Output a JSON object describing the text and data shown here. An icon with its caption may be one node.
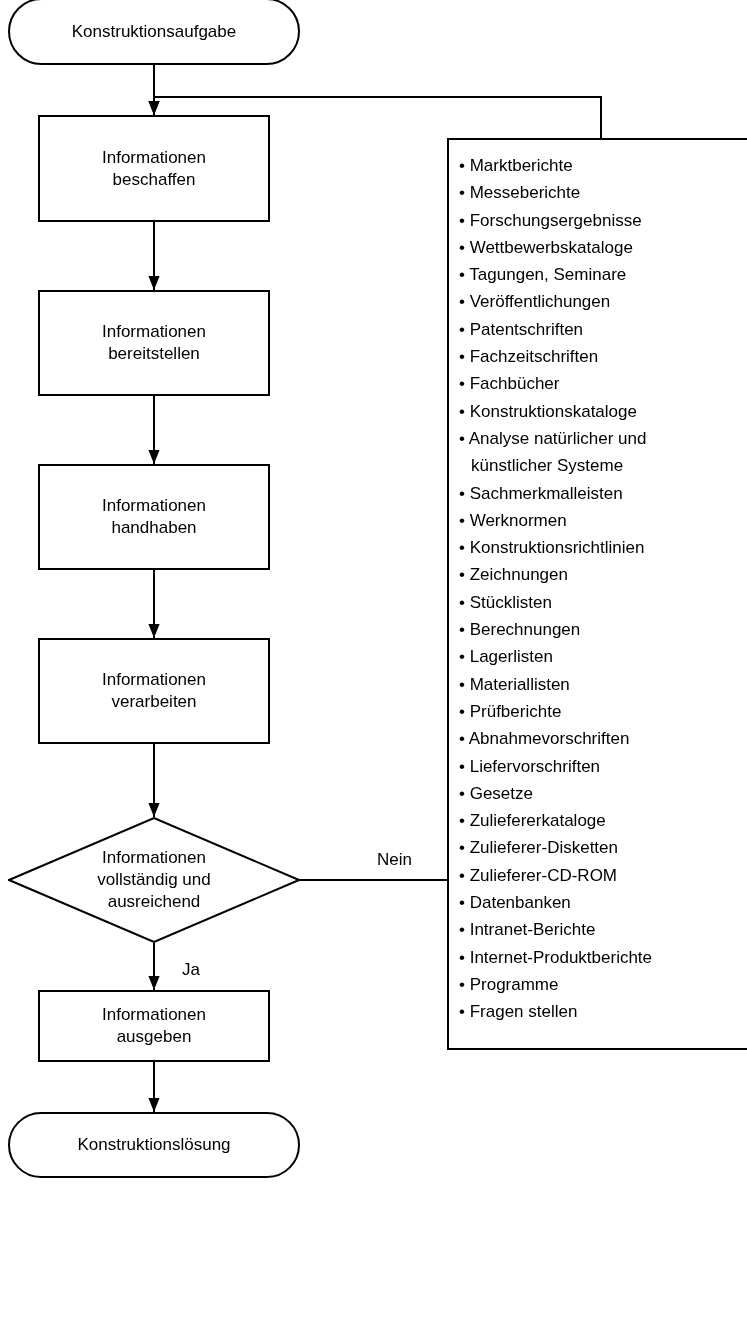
{
  "diagram": {
    "nodes": [
      {
        "text": [
          "Konstruktionsaufgabe"
        ]
      },
      {
        "text": [
          "Informationen beschaffen"
        ]
      },
      {
        "text": [
          "Informationen bereitstellen"
        ]
      },
      {
        "text": [
          "Informationen handhaben"
        ]
      },
      {
        "text": [
          "Informationen verarbeiten"
        ]
      },
      {
        "text": [
          "Informationen vollständig und ausreichend"
        ]
      },
      {
        "text": [
          "Informationen ausgeben"
        ]
      },
      {
        "text": [
          "Konstruktionslösung"
        ]
      },
      {
        "text": [
          "• Marktberichte",
          "• Messeberichte",
          "• Forschungsergebnisse",
          "• Wettbewerbskataloge",
          "• Tagungen, Seminare",
          "• Veröffentlichungen",
          "• Patentschriften",
          "• Fachzeitschriften",
          "• Fachbücher",
          "• Konstruktionskataloge",
          "• Analyse natürlicher und künstlicher Systeme",
          "• Sachmerkmalleisten",
          "• Werknormen",
          "• Konstruktionsrichtlinien",
          "• Zeichnungen",
          "• Stücklisten",
          "• Berechnungen",
          "• Lagerlisten",
          "• Materiallisten",
          "• Prüfberichte",
          "• Abnahmevorschriften",
          "• Liefervorschriften",
          "• Gesetze",
          "• Zuliefererkataloge",
          "• Zulieferer-Disketten",
          "• Zulieferer-CD-ROM",
          "• Datenbanken",
          "• Intranet-Berichte",
          "• Internet-Produktberichte",
          "• Programme",
          "• Fragen stellen"
        ]
      }
    ],
    "edges": [
      {
        "from": 0,
        "to": 1,
        "arrow": "to"
      },
      {
        "from": 1,
        "to": 2,
        "arrow": "to"
      },
      {
        "from": 2,
        "to": 3,
        "arrow": "to"
      },
      {
        "from": 3,
        "to": 4,
        "arrow": "to"
      },
      {
        "from": 4,
        "to": 5,
        "arrow": "to"
      },
      {
        "from": 5,
        "to": 6,
        "arrow": "to",
        "label": "Ja"
      },
      {
        "from": 6,
        "to": 7,
        "arrow": "to"
      },
      {
        "from": 5,
        "to": 8,
        "arrow": "to",
        "label": "Nein"
      },
      {
        "from": 8,
        "to": 1,
        "arrow": "to"
      }
    ]
  }
}
